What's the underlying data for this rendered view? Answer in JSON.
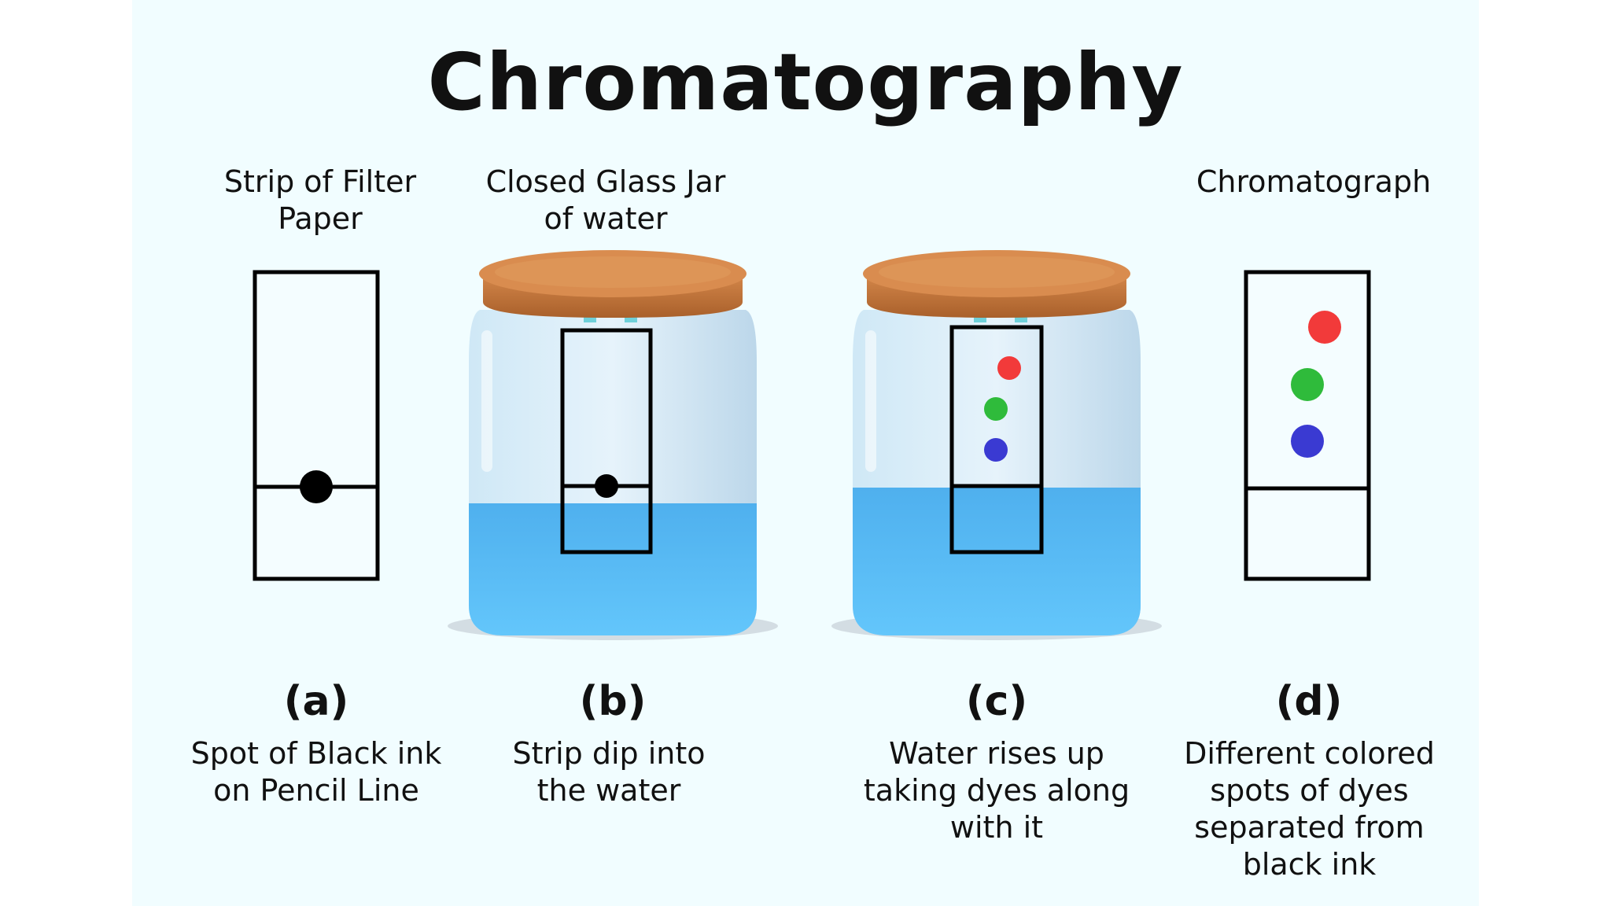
{
  "title": "Chromatography",
  "top_labels": {
    "a": "Strip of Filter Paper",
    "b": "Closed Glass Jar of water",
    "d": "Chromatograph"
  },
  "steps": [
    {
      "letter": "(a)",
      "caption": "Spot of Black ink on Pencil Line"
    },
    {
      "letter": "(b)",
      "caption": "Strip dip into the water"
    },
    {
      "letter": "(c)",
      "caption": "Water rises up taking dyes along with it"
    },
    {
      "letter": "(d)",
      "caption": "Different colored spots of dyes separated from black ink"
    }
  ],
  "colors": {
    "background": "#f1fdff",
    "water": "#5cbcf5",
    "lid": "#c8783a",
    "dye_red": "#f23a3a",
    "dye_green": "#2fbb3b",
    "dye_blue": "#3a3ad2",
    "ink_black": "#000000"
  }
}
